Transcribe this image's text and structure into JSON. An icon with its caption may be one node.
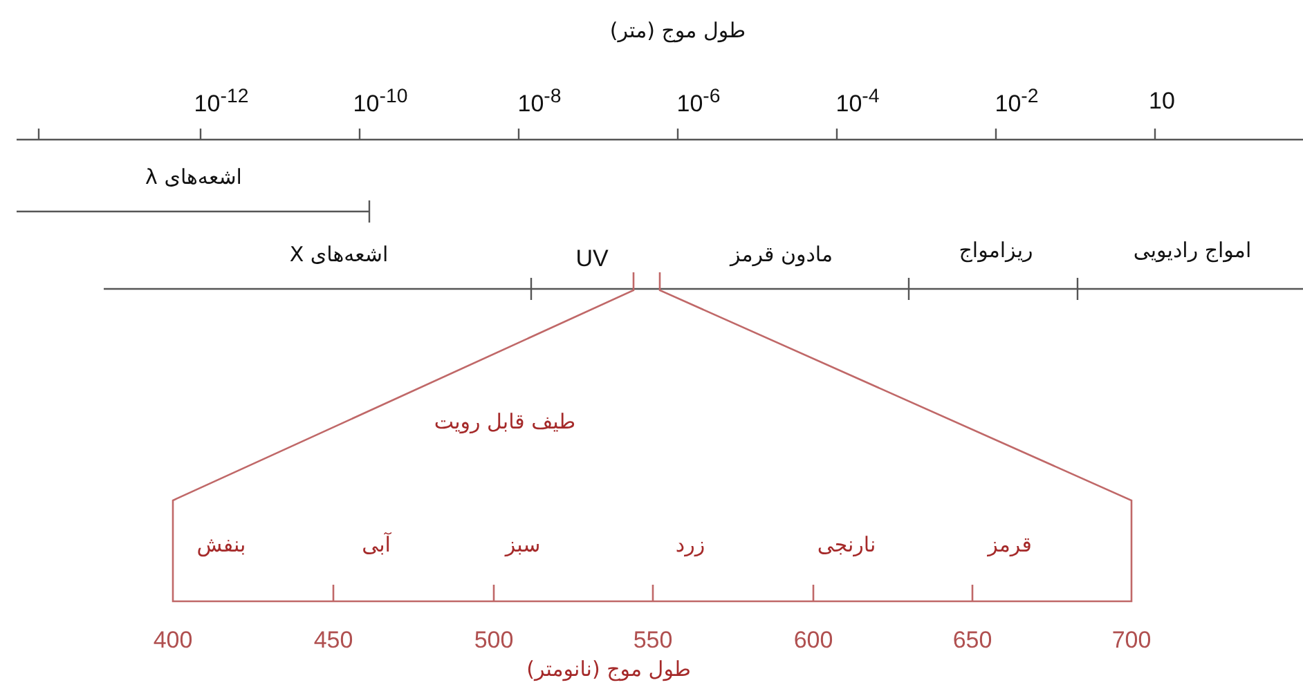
{
  "diagram": {
    "title": "طول موج (متر)",
    "labels": [
      "10$^{-12}$",
      "10$^{-10}$",
      "10$^{-8}$",
      "10$^{-6}$",
      "10$^{-4}$",
      "10$^{-2}$",
      "10",
      "اشعه‌های λ",
      "اشعه‌های X",
      "UV",
      "مادون قرمز",
      "ریزامواج",
      "امواج رادیویی",
      "طیف قابل رویت",
      "بنفش",
      "آبی",
      "سبز",
      "زرد",
      "نارنجی",
      "قرمز",
      "400",
      "450",
      "500",
      "550",
      "600",
      "650",
      "700",
      "طول موج (نانومتر)"
    ]
  }
}
